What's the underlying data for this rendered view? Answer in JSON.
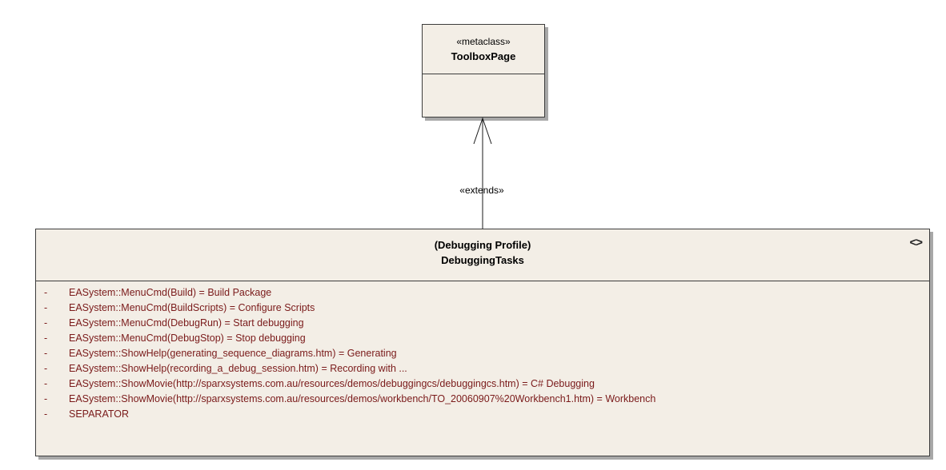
{
  "metaclass": {
    "stereotype": "«metaclass»",
    "name": "ToolboxPage"
  },
  "relationship": {
    "label": "«extends»"
  },
  "class": {
    "profile": "(Debugging Profile)",
    "name": "DebuggingTasks",
    "kind_icon": "enumeration-icon",
    "attributes": [
      {
        "visibility": "-",
        "text": "EASystem::MenuCmd(Build) = Build Package"
      },
      {
        "visibility": "-",
        "text": "EASystem::MenuCmd(BuildScripts) = Configure Scripts"
      },
      {
        "visibility": "-",
        "text": "EASystem::MenuCmd(DebugRun) = Start debugging"
      },
      {
        "visibility": "-",
        "text": "EASystem::MenuCmd(DebugStop) = Stop debugging"
      },
      {
        "visibility": "-",
        "text": "EASystem::ShowHelp(generating_sequence_diagrams.htm) = Generating"
      },
      {
        "visibility": "-",
        "text": "EASystem::ShowHelp(recording_a_debug_session.htm) = Recording with ..."
      },
      {
        "visibility": "-",
        "text": "EASystem::ShowMovie(http://sparxsystems.com.au/resources/demos/debuggingcs/debuggingcs.htm) = C# Debugging"
      },
      {
        "visibility": "-",
        "text": "EASystem::ShowMovie(http://sparxsystems.com.au/resources/demos/workbench/TO_20060907%20Workbench1.htm) = Workbench"
      },
      {
        "visibility": "-",
        "text": "SEPARATOR"
      }
    ]
  },
  "colors": {
    "element_fill": "#f3eee6",
    "border": "#3c3c3c",
    "attribute_text": "#7a1a1a",
    "shadow": "#a8a8a8"
  }
}
